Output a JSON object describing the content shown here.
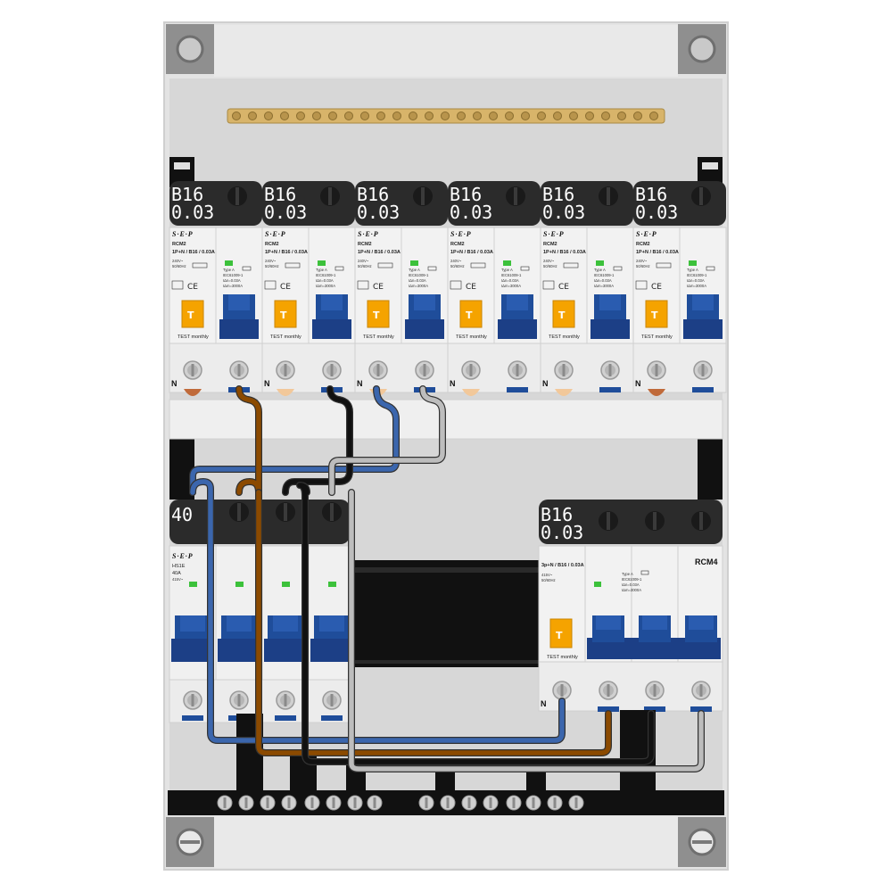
{
  "rcm_units": [
    {
      "rating": "B16",
      "sensitivity": "0.03",
      "brand": "S·E·P",
      "model": "RCM2",
      "spec": "1P+N / B16 / 0.03A",
      "voltage": "240V~",
      "freq": "50/60Hz",
      "type": "Type A",
      "standard": "IEC61009-1",
      "idn": "IΔn=0.03A",
      "icn": "IΔm=3000A",
      "test": "TEST monthly",
      "n_label": "N"
    },
    {
      "rating": "B16",
      "sensitivity": "0.03",
      "brand": "S·E·P",
      "model": "RCM2",
      "spec": "1P+N / B16 / 0.03A",
      "voltage": "240V~",
      "freq": "50/60Hz",
      "type": "Type A",
      "standard": "IEC61009-1",
      "idn": "IΔn=0.03A",
      "icn": "IΔm=3000A",
      "test": "TEST monthly",
      "n_label": "N"
    },
    {
      "rating": "B16",
      "sensitivity": "0.03",
      "brand": "S·E·P",
      "model": "RCM2",
      "spec": "1P+N / B16 / 0.03A",
      "voltage": "240V~",
      "freq": "50/60Hz",
      "type": "Type A",
      "standard": "IEC61009-1",
      "idn": "IΔn=0.03A",
      "icn": "IΔm=3000A",
      "test": "TEST monthly",
      "n_label": "N"
    },
    {
      "rating": "B16",
      "sensitivity": "0.03",
      "brand": "S·E·P",
      "model": "RCM2",
      "spec": "1P+N / B16 / 0.03A",
      "voltage": "240V~",
      "freq": "50/60Hz",
      "type": "Type A",
      "standard": "IEC61009-1",
      "idn": "IΔn=0.03A",
      "icn": "IΔm=3000A",
      "test": "TEST monthly",
      "n_label": "N"
    },
    {
      "rating": "B16",
      "sensitivity": "0.03",
      "brand": "S·E·P",
      "model": "RCM2",
      "spec": "1P+N / B16 / 0.03A",
      "voltage": "240V~",
      "freq": "50/60Hz",
      "type": "Type A",
      "standard": "IEC61009-1",
      "idn": "IΔn=0.03A",
      "icn": "IΔm=3000A",
      "test": "TEST monthly",
      "n_label": "N"
    },
    {
      "rating": "B16",
      "sensitivity": "0.03",
      "brand": "S·E·P",
      "model": "RCM2",
      "spec": "1P+N / B16 / 0.03A",
      "voltage": "240V~",
      "freq": "50/60Hz",
      "type": "Type A",
      "standard": "IEC61009-1",
      "idn": "IΔn=0.03A",
      "icn": "IΔm=3000A",
      "test": "TEST monthly",
      "n_label": "N"
    }
  ],
  "main_switch": {
    "rating": "40",
    "brand": "S·E·P",
    "model": "HS1E",
    "current": "40A",
    "voltage": "415V~"
  },
  "rcm4": {
    "rating": "B16",
    "sensitivity": "0.03",
    "brand": "",
    "spec": "3p+N / B16 / 0.03A",
    "model": "RCM4",
    "voltage": "415V~",
    "freq": "50/60Hz",
    "type": "Type A",
    "standard": "IEC61009-1",
    "idn": "IΔn=0.03A",
    "icn": "IΔm=3000A",
    "test": "TEST monthly",
    "n_label": "N"
  },
  "colors": {
    "enclosure": "#e6e6e6",
    "panel": "#d6d6d6",
    "label_plate": "#2b2b2b",
    "toggle_blue": "#1f4d9a",
    "test_orange": "#f5a300",
    "wire_blue": "#3b66ad",
    "wire_brown": "#8b4a00",
    "wire_black": "#111111",
    "wire_grey": "#bdbdbd",
    "busbar": "#d9b66a"
  }
}
